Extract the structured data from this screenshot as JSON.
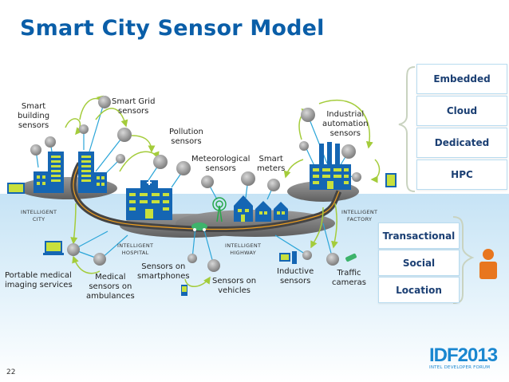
{
  "slide": {
    "title": "Smart City Sensor Model",
    "page_number": "22",
    "logo_text": "IDF2013",
    "logo_subtitle": "INTEL DEVELOPER FORUM"
  },
  "colors": {
    "title": "#0a5ea8",
    "building": "#1566b3",
    "window": "#c8e03c",
    "arrow": "#a4cc3b",
    "sensor": "#9a9a9a",
    "person": "#e8761e",
    "box_text": "#1b3f73"
  },
  "sensor_labels": {
    "smart_building": "Smart\nbuilding\nsensors",
    "smart_grid": "Smart Grid\nsensors",
    "pollution": "Pollution\nsensors",
    "meteorological": "Meteorological\nsensors",
    "smart_meters": "Smart\nmeters",
    "industrial": "Industrial\nautomation\nsensors",
    "portable_medical": "Portable medical\nimaging services",
    "medical_ambulances": "Medical\nsensors on\nambulances",
    "smartphones": "Sensors on\nsmartphones",
    "vehicles": "Sensors on\nvehicles",
    "inductive": "Inductive\nsensors",
    "traffic": "Traffic\ncameras"
  },
  "zones": {
    "city": "INTELLIGENT\nCITY",
    "hospital": "INTELLIGENT\nHOSPITAL",
    "highway": "INTELLIGENT\nHIGHWAY",
    "factory": "INTELLIGENT\nFACTORY"
  },
  "compute_tiers": [
    "Embedded",
    "Cloud",
    "Dedicated",
    "HPC"
  ],
  "data_types": [
    "Transactional",
    "Social",
    "Location"
  ]
}
